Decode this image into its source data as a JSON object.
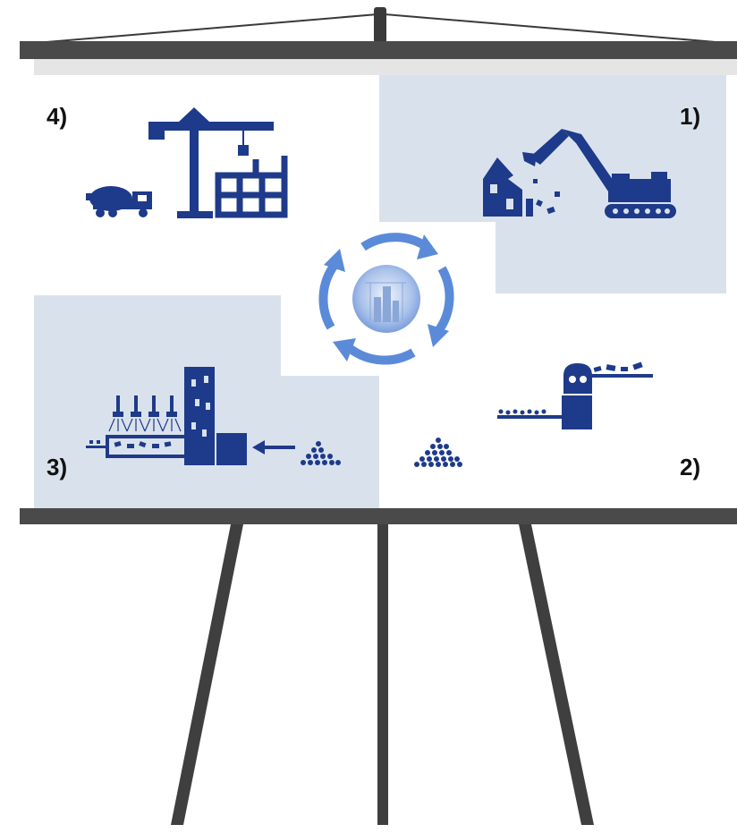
{
  "colors": {
    "icon_blue": "#1e3a8a",
    "panel_blue": "#d9e2ec",
    "frame_gray": "#4a4a4a",
    "cycle_blue": "#5b8bd8"
  },
  "steps": [
    {
      "label": "1)",
      "icon": "excavator-demolition-icon"
    },
    {
      "label": "2)",
      "icon": "crusher-conveyor-icon"
    },
    {
      "label": "3)",
      "icon": "recycling-plant-icon"
    },
    {
      "label": "4)",
      "icon": "construction-crane-icon"
    }
  ],
  "center_icon": "recycling-cycle-icon"
}
